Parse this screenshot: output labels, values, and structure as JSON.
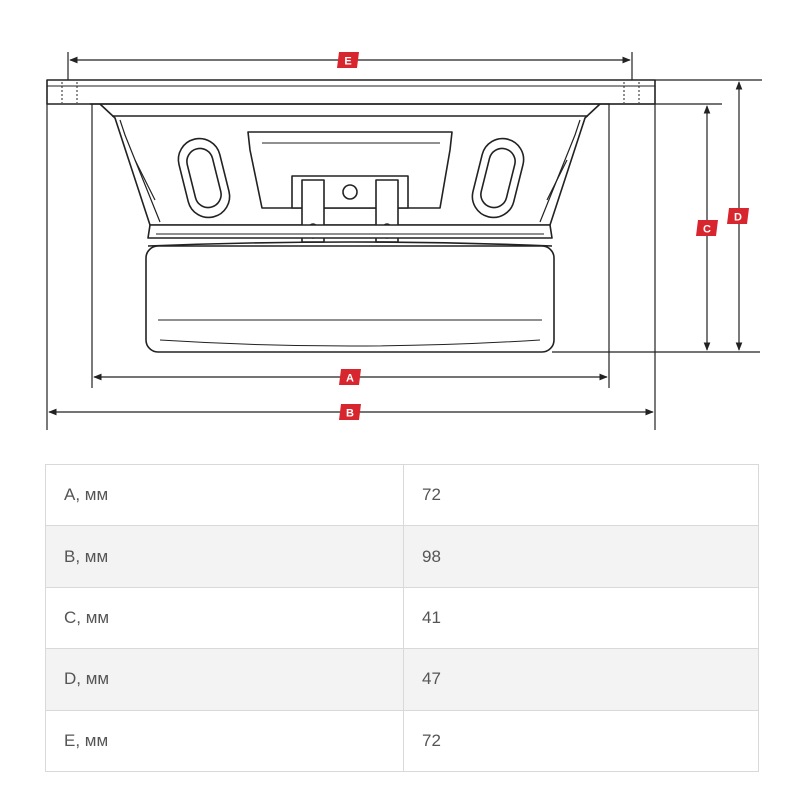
{
  "diagram": {
    "labels": {
      "A": "A",
      "B": "B",
      "C": "C",
      "D": "D",
      "E": "E"
    },
    "accent_color": "#d8262f",
    "line_color": "#222222"
  },
  "specs": [
    {
      "param": "A, мм",
      "value": "72"
    },
    {
      "param": "B, мм",
      "value": "98"
    },
    {
      "param": "C, мм",
      "value": "41"
    },
    {
      "param": "D, мм",
      "value": "47"
    },
    {
      "param": "E, мм",
      "value": "72"
    }
  ]
}
